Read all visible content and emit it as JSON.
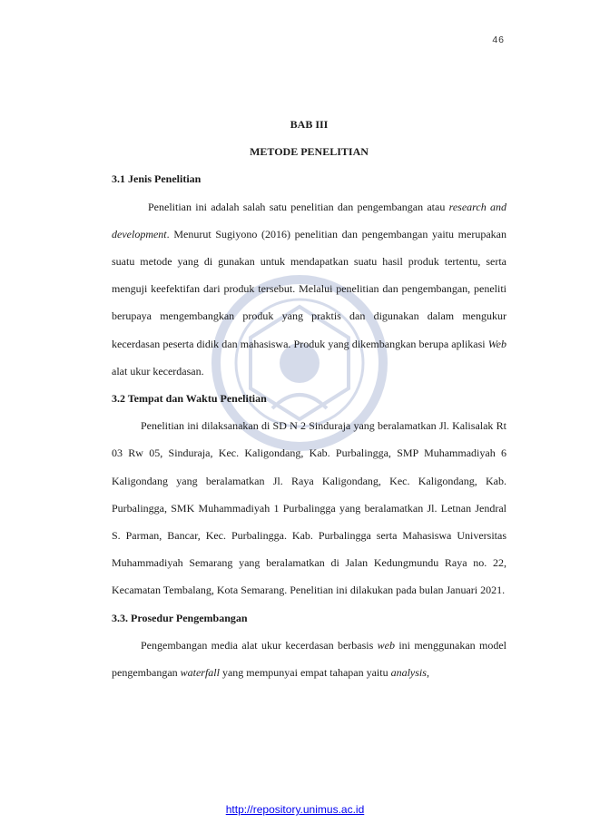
{
  "page": {
    "number": "46"
  },
  "chapter": {
    "label": "BAB III",
    "title": "METODE PENELITIAN"
  },
  "sections": [
    {
      "heading": "3.1 Jenis Penelitian",
      "paragraph": {
        "t1": "Penelitian ini adalah salah satu penelitian dan pengembangan atau ",
        "i1": "research and development",
        "t2": ". Menurut Sugiyono (2016) penelitian dan pengembangan yaitu merupakan suatu metode yang di gunakan untuk mendapatkan suatu hasil produk tertentu, serta menguji keefektifan dari produk tersebut. Melalui penelitian dan pengembangan, peneliti berupaya mengembangkan produk yang praktis dan digunakan dalam mengukur kecerdasan peserta didik dan mahasiswa. Produk yang dikembangkan berupa aplikasi ",
        "i2": "Web",
        "t3": " alat ukur kecerdasan."
      }
    },
    {
      "heading": "3.2 Tempat dan Waktu Penelitian",
      "paragraph": {
        "t1": "Penelitian ini dilaksanakan di SD N 2 Sinduraja yang beralamatkan Jl. Kalisalak Rt 03 Rw 05, Sinduraja, Kec. Kaligondang, Kab. Purbalingga, SMP Muhammadiyah 6 Kaligondang yang beralamatkan Jl. Raya Kaligondang, Kec. Kaligondang, Kab. Purbalingga, SMK Muhammadiyah 1 Purbalingga yang beralamatkan Jl. Letnan Jendral S. Parman, Bancar, Kec. Purbalingga. Kab. Purbalingga serta Mahasiswa Universitas Muhammadiyah Semarang yang beralamatkan di Jalan Kedungmundu Raya no. 22, Kecamatan Tembalang, Kota Semarang. Penelitian ini dilakukan pada bulan Januari 2021."
      }
    },
    {
      "heading": "3.3. Prosedur Pengembangan",
      "paragraph": {
        "t1": "Pengembangan media alat ukur kecerdasan berbasis ",
        "i1": "web",
        "t2": " ini menggunakan model pengembangan ",
        "i2": "waterfall",
        "t3": " yang mempunyai empat tahapan yaitu ",
        "i3": "analysis",
        "t4": ","
      }
    }
  ],
  "footer": {
    "link": "http://repository.unimus.ac.id"
  },
  "colors": {
    "link": "#0000ee",
    "text": "#1a1a1a",
    "watermark": "#1f3f8f"
  }
}
